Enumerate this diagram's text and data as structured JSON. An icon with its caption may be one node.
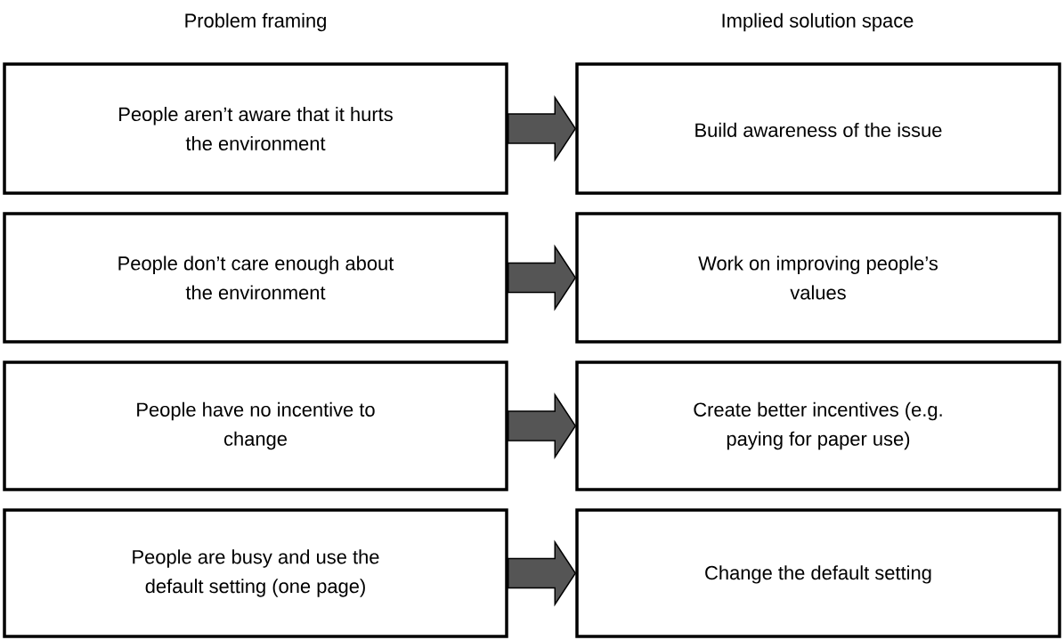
{
  "diagram": {
    "nodes": [
      {
        "text": [
          "People aren’t aware that it hurts the environment"
        ]
      },
      {
        "text": [
          "People don’t care enough about the environment"
        ]
      },
      {
        "text": [
          "People have no incentive to change"
        ]
      },
      {
        "text": [
          "People are busy and use the default setting (one page)"
        ]
      },
      {
        "text": [
          "Build awareness of the issue"
        ]
      },
      {
        "text": [
          "Work on improving people’s values"
        ]
      },
      {
        "text": [
          "Create better incentives (e.g. paying for paper use)"
        ]
      },
      {
        "text": [
          "Change the default setting"
        ]
      }
    ],
    "edges": [
      {
        "from": 0,
        "to": 4,
        "arrow": "to"
      },
      {
        "from": 1,
        "to": 5,
        "arrow": "to"
      },
      {
        "from": 2,
        "to": 6,
        "arrow": "to"
      },
      {
        "from": 3,
        "to": 7,
        "arrow": "to"
      }
    ],
    "labels": [
      "Problem framing",
      "Implied solution space"
    ]
  }
}
